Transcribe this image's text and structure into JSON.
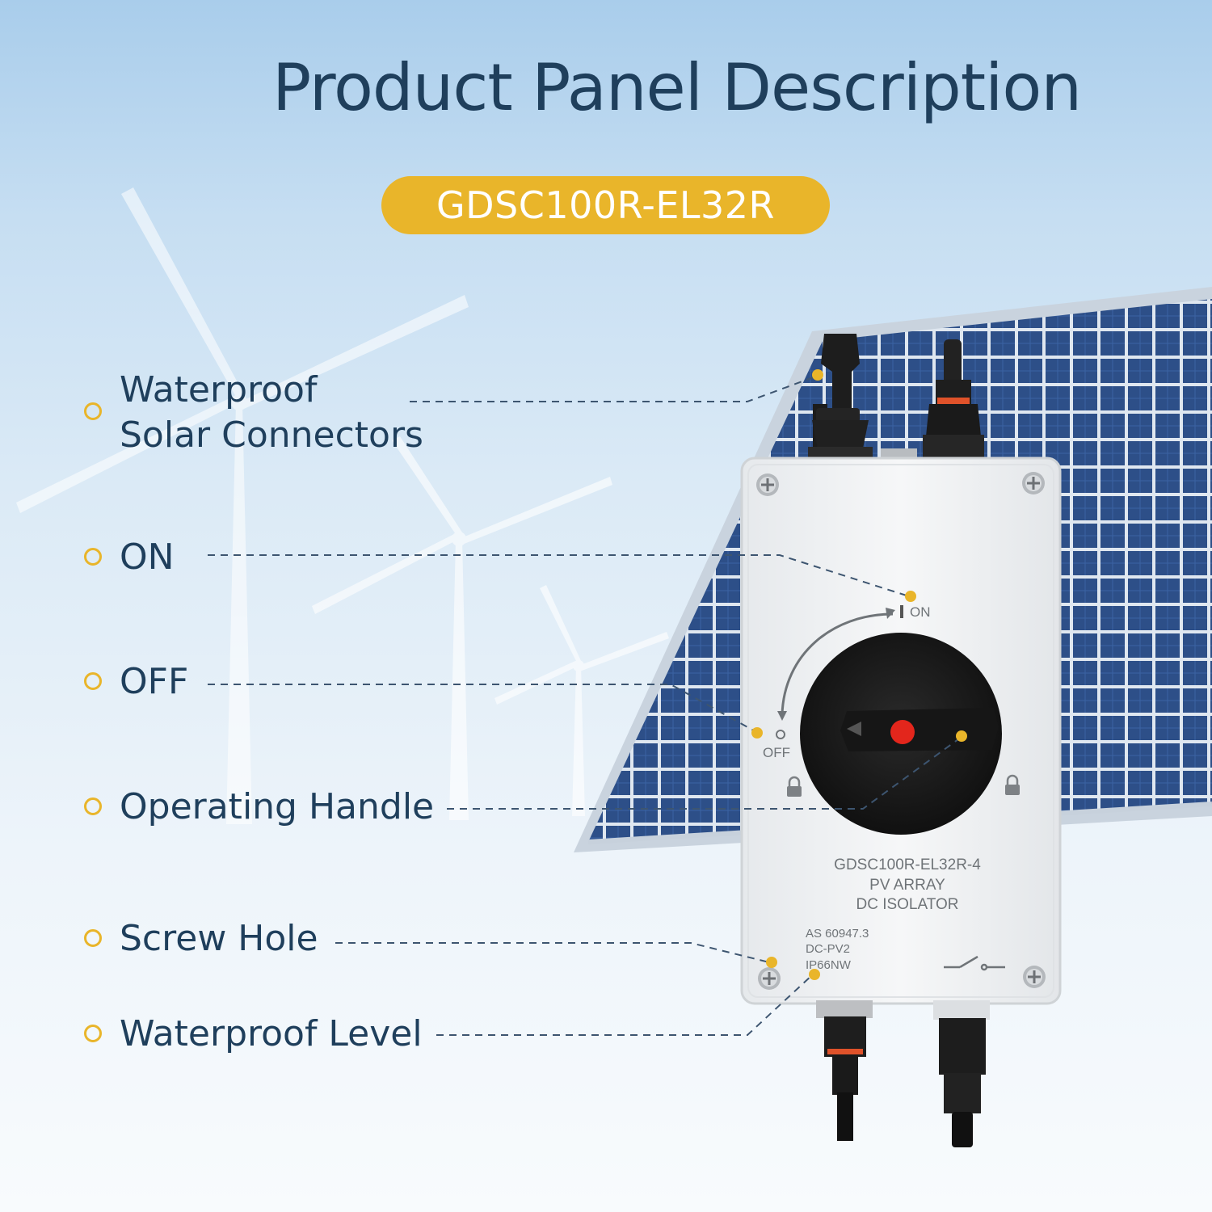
{
  "title": "Product Panel Description",
  "model": "GDSC100R-EL32R",
  "callouts": [
    {
      "line1": "Waterproof",
      "line2": "Solar Connectors"
    },
    {
      "line1": "ON"
    },
    {
      "line1": "OFF"
    },
    {
      "line1": "Operating Handle"
    },
    {
      "line1": "Screw Hole"
    },
    {
      "line1": "Waterproof Level"
    }
  ],
  "device": {
    "on_label": "ON",
    "off_label": "OFF",
    "model_label": "GDSC100R-EL32R-4",
    "line2": "PV ARRAY",
    "line3": "DC ISOLATOR",
    "std1": "AS  60947.3",
    "std2": "DC-PV2",
    "std3": "IP66NW"
  },
  "colors": {
    "accent": "#e9b52a",
    "title": "#1f3f5c",
    "panel": "#2b4f8a",
    "handle": "#1b1b1b",
    "knob": "#e3261c"
  }
}
